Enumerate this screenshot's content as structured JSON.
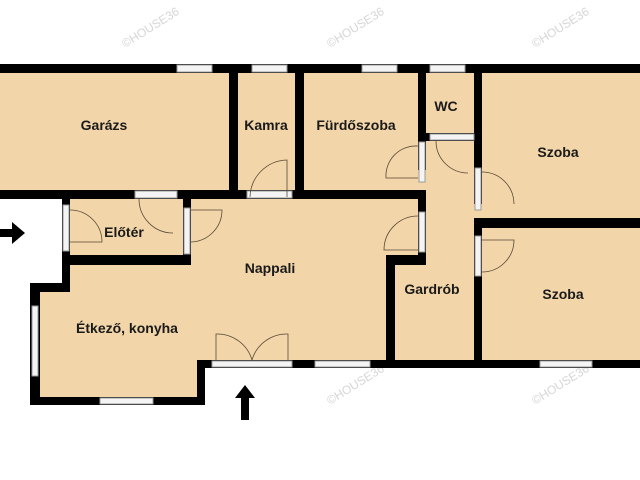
{
  "floorplan": {
    "watermark": "©HOUSE36",
    "colors": {
      "floor": "#f2d5a8",
      "wall": "#000000",
      "background": "#ffffff"
    },
    "rooms": {
      "garage": "Garázs",
      "pantry": "Kamra",
      "bathroom": "Fürdőszoba",
      "wc": "WC",
      "bedroom_1": "Szoba",
      "hall": "Előtér",
      "living": "Nappali",
      "wardrobe": "Gardrób",
      "bedroom_2": "Szoba",
      "kitchen": "Étkező, konyha"
    },
    "icons": [
      "entrance-arrow-icon",
      "entrance-arrow-icon"
    ]
  }
}
